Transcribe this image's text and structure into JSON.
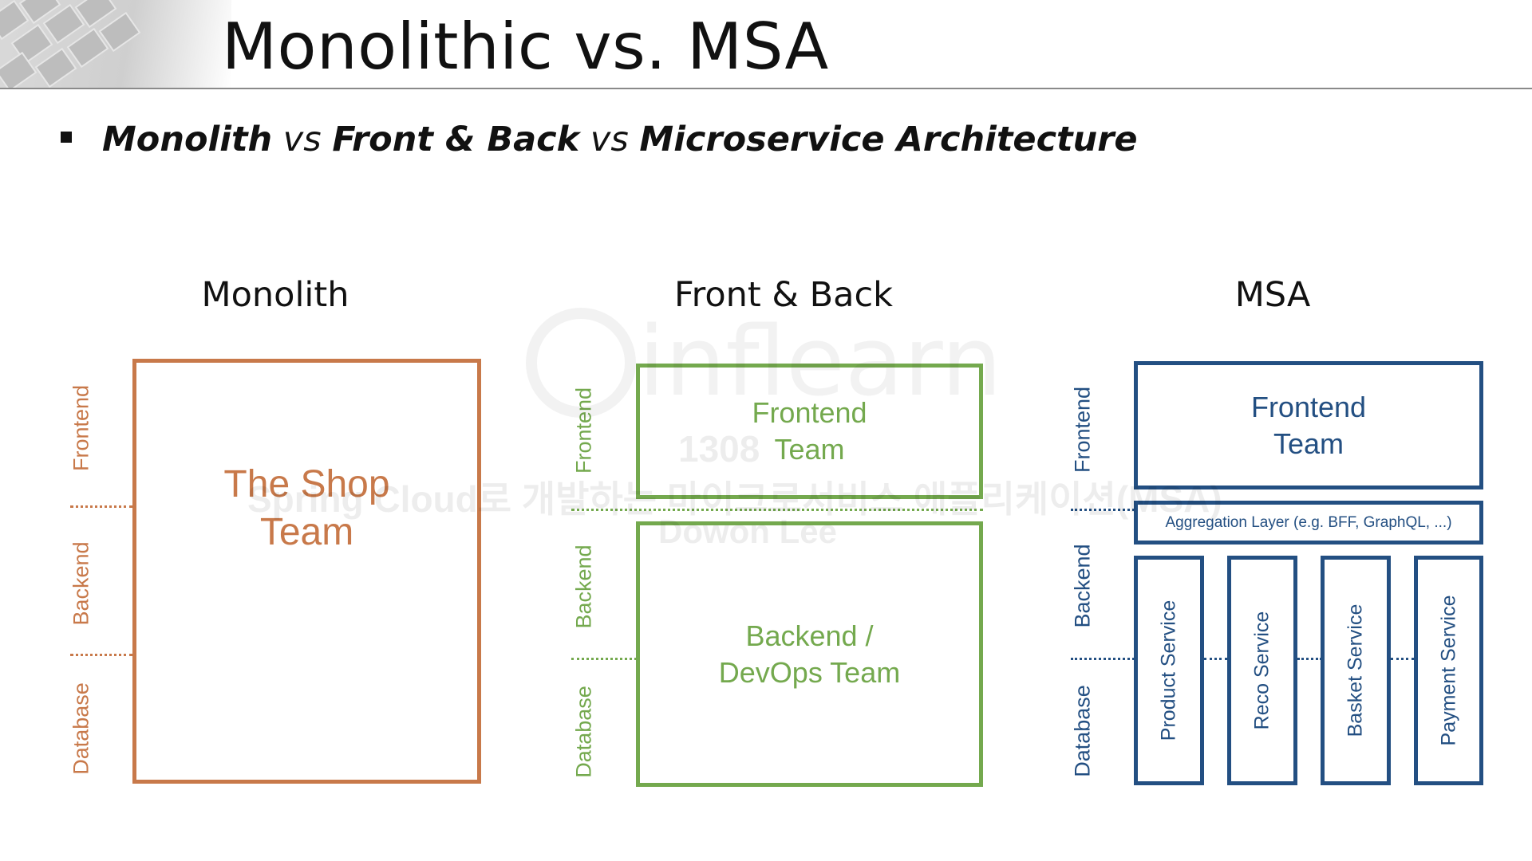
{
  "header": {
    "title": "Monolithic vs. MSA"
  },
  "subtitle": {
    "part1": "Monolith",
    "vs1": " vs ",
    "part2": "Front & Back",
    "vs2": " vs ",
    "part3": "Microservice Architecture"
  },
  "monolith": {
    "heading": "Monolith",
    "layers": [
      "Frontend",
      "Backend",
      "Database"
    ],
    "team_line1": "The Shop",
    "team_line2": "Team"
  },
  "front_back": {
    "heading": "Front & Back",
    "layers": [
      "Frontend",
      "Backend",
      "Database"
    ],
    "frontend_line1": "Frontend",
    "frontend_line2": "Team",
    "backend_line1": "Backend /",
    "backend_line2": "DevOps Team"
  },
  "msa": {
    "heading": "MSA",
    "layers": [
      "Frontend",
      "Backend",
      "Database"
    ],
    "frontend_line1": "Frontend",
    "frontend_line2": "Team",
    "aggregation": "Aggregation Layer (e.g. BFF, GraphQL, ...)",
    "services": [
      "Product Service",
      "Reco Service",
      "Basket Service",
      "Payment Service"
    ]
  },
  "watermark": {
    "brand": "inflearn",
    "id": "1308",
    "course": "Spring Cloud로 개발하는 마이크로서비스 애플리케이션(MSA)",
    "author": "Dowon Lee"
  },
  "colors": {
    "monolith": "#c8794a",
    "front_back": "#74a94e",
    "msa": "#234f82"
  }
}
